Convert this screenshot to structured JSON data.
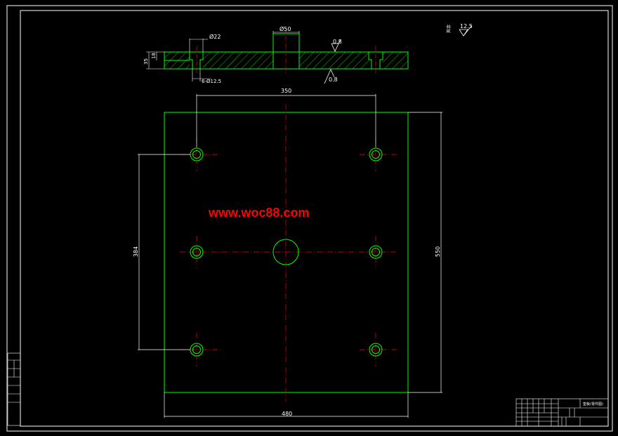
{
  "colors": {
    "background": "#000000",
    "border": "#ffffff",
    "part_outline": "#00ff00",
    "centerline": "#ff0000",
    "dimension": "#ffffff",
    "watermark": "#ff0000",
    "hatch": "#00ff00"
  },
  "section_view": {
    "dim_counterbore": "Ø22",
    "dim_center_bore": "Ø50",
    "dim_holes": "6-Ø12.5",
    "roughness_top": "0.8",
    "roughness_bottom": "0.8",
    "thickness_total": "35",
    "thickness_step": "18"
  },
  "roughness_note": {
    "prefix": "其余",
    "value": "12.5"
  },
  "plan_view": {
    "dim_hole_spacing_x": "350",
    "dim_hole_spacing_y": "384",
    "dim_height": "550",
    "dim_width": "480",
    "hole_icon": "counterbored-hole-icon",
    "center_bore_icon": "center-bore-icon"
  },
  "watermark": {
    "text": "www.woc88.com"
  },
  "title_block": {
    "drawing_title": "垫板(零件图)"
  }
}
